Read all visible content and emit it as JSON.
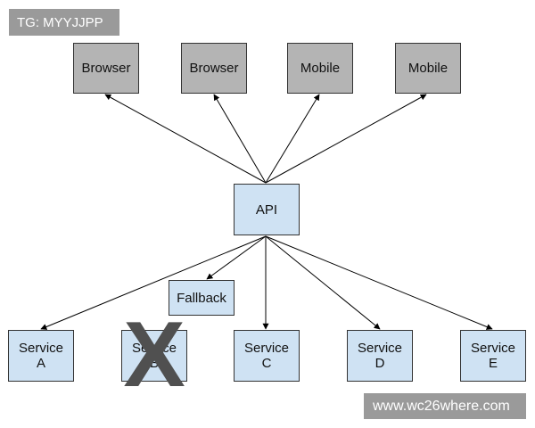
{
  "watermark": {
    "top_text": "TG: MYYJJPP",
    "bottom_text": "www.wc26where.com"
  },
  "clients": [
    {
      "label": "Browser"
    },
    {
      "label": "Browser"
    },
    {
      "label": "Mobile"
    },
    {
      "label": "Mobile"
    }
  ],
  "api": {
    "label": "API"
  },
  "fallback": {
    "label": "Fallback"
  },
  "services": [
    {
      "label": "Service\nA",
      "failed": false
    },
    {
      "label": "Service\nB",
      "failed": true
    },
    {
      "label": "Service\nC",
      "failed": false
    },
    {
      "label": "Service\nD",
      "failed": false
    },
    {
      "label": "Service\nE",
      "failed": false
    }
  ],
  "failure_mark": "X",
  "colors": {
    "client_fill": "#b4b4b4",
    "service_fill": "#cfe2f3",
    "line": "#000000",
    "failure_mark": "#505050"
  }
}
